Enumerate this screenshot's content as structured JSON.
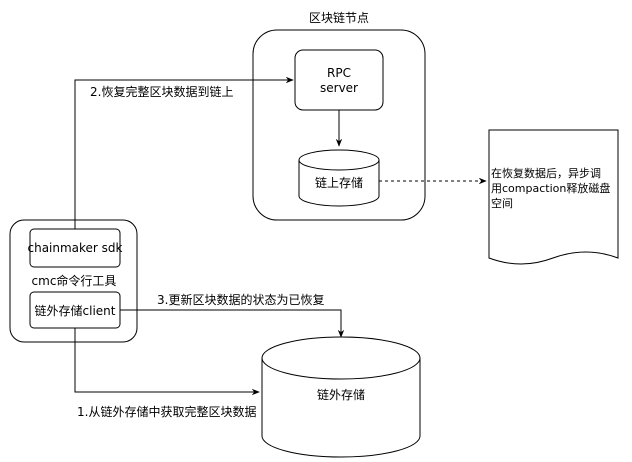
{
  "nodes": {
    "blockchain_node_label": "区块链节点",
    "rpc_line1": "RPC",
    "rpc_line2": "server",
    "onchain_storage": "链上存储",
    "sdk": "chainmaker sdk",
    "cmc_tool": "cmc命令行工具",
    "offchain_client": "链外存储client",
    "offchain_storage": "链外存储",
    "note_line1": "在恢复数据后，异步调",
    "note_line2": "用compaction释放磁盘",
    "note_line3": "空间"
  },
  "edges": {
    "edge1": "1.从链外存储中获取完整区块数据",
    "edge2": "2.恢复完整区块数据到链上",
    "edge3": "3.更新区块数据的状态为已恢复"
  }
}
